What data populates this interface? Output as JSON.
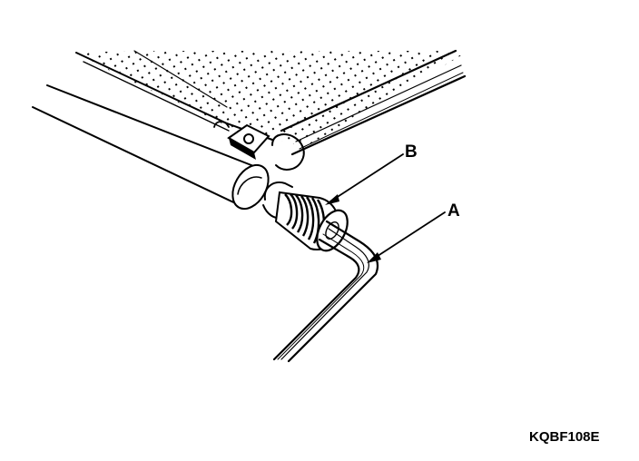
{
  "labels": {
    "a": "A",
    "b": "B"
  },
  "figure_code": "KQBF108E",
  "colors": {
    "ink": "#000000",
    "paper": "#ffffff"
  }
}
